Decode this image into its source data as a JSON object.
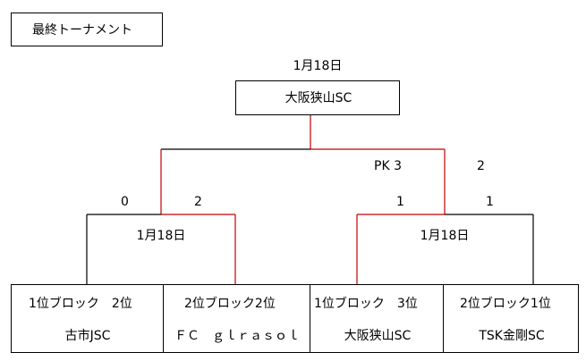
{
  "title_label": "最終トーナメント",
  "final": {
    "date": "1月18日",
    "winner": "大阪狭山SC",
    "score_left": "PK 3",
    "score_right": "2"
  },
  "semi_left": {
    "date": "1月18日",
    "score_left": "0",
    "score_right": "2"
  },
  "semi_right": {
    "date": "1月18日",
    "score_left": "1",
    "score_right": "1"
  },
  "teams": [
    {
      "seed": "1位ブロック　2位",
      "name": "古市JSC"
    },
    {
      "seed": "2位ブロック2位",
      "name": "ＦＣ　ｇｌｒａｓｏｌ"
    },
    {
      "seed": "1位ブロック　3位",
      "name": "大阪狭山SC"
    },
    {
      "seed": "2位ブロック1位",
      "name": "TSK金剛SC"
    }
  ],
  "colors": {
    "winner_line": "#c00000",
    "line": "#000000"
  }
}
